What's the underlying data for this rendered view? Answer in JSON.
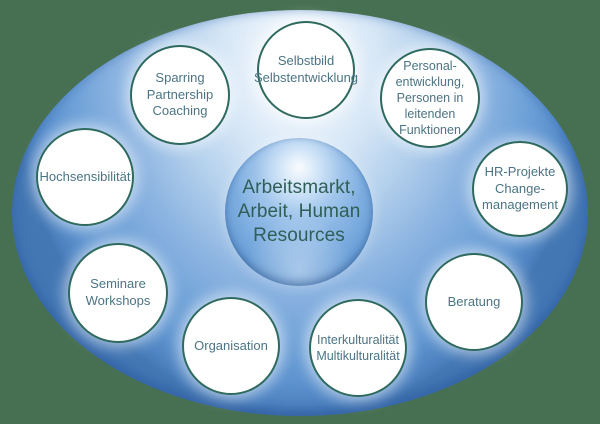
{
  "colors": {
    "page_background": "#477052",
    "ellipse_blue_edge": "#4d82c0",
    "ellipse_highlight": "#ffffff",
    "sphere_blue": "#6ba0d8",
    "circle_border": "#2f6a5e",
    "circle_text": "#4c7484",
    "center_text": "#2f5f57"
  },
  "center": {
    "label": "Arbeitsmarkt,\nArbeit, Human\nResources"
  },
  "circles": [
    {
      "id": "hochsensibilitaet",
      "label": "Hochsensibilität"
    },
    {
      "id": "sparring-partnership-coaching",
      "label": "Sparring\nPartnership\nCoaching"
    },
    {
      "id": "selbstbild-selbstentwicklung",
      "label": "Selbstbild\nSelbstentwicklung"
    },
    {
      "id": "personalentwicklung-personen-in-leitenden-funktionen",
      "label": "Personal-\nentwicklung,\nPersonen in\nleitenden\nFunktionen"
    },
    {
      "id": "hr-projekte-changemanagement",
      "label": "HR-Projekte\nChange-\nmanagement"
    },
    {
      "id": "beratung",
      "label": "Beratung"
    },
    {
      "id": "interkulturalitaet-multikulturalitaet",
      "label": "Interkulturalität\nMultikulturalität"
    },
    {
      "id": "organisation",
      "label": "Organisation"
    },
    {
      "id": "seminare-workshops",
      "label": "Seminare\nWorkshops"
    }
  ]
}
